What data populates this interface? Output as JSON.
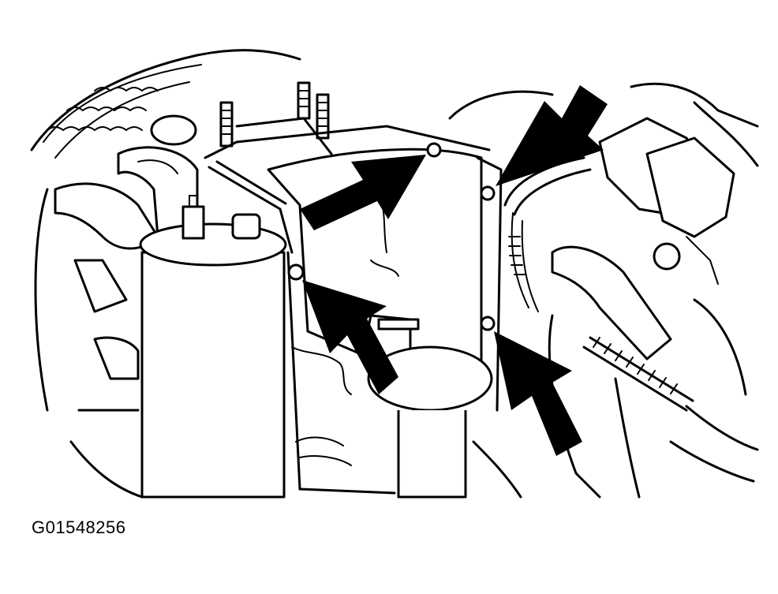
{
  "figure": {
    "code": "G01548256"
  },
  "colors": {
    "line": "#000000",
    "background": "#ffffff"
  },
  "callouts": {
    "count": 4,
    "style": "black-arrow"
  }
}
